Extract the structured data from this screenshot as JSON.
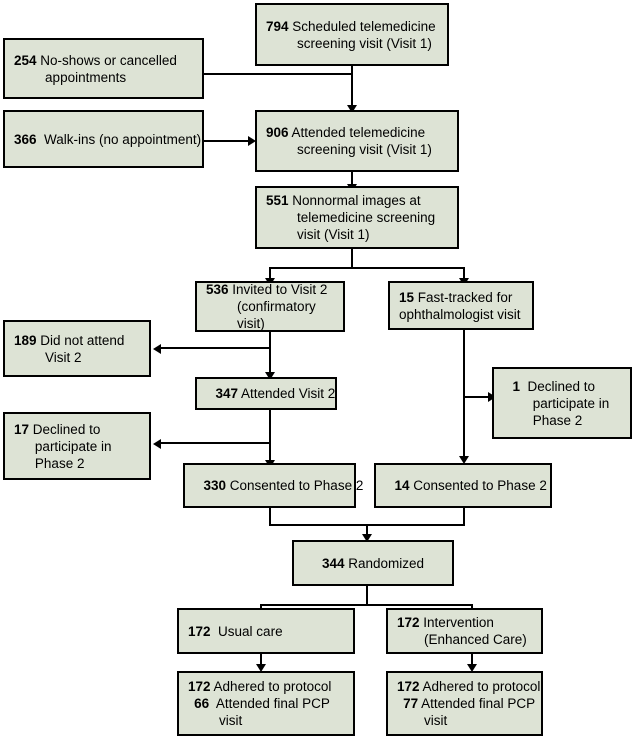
{
  "diagram": {
    "title": "CONSORT participant flow diagram - telemedicine screening trial",
    "colors": {
      "box_fill": "#dde3d5",
      "box_border": "#000000",
      "connector": "#000000",
      "background": "#ffffff"
    },
    "nodes": {
      "scheduled_visit1": {
        "count": "794",
        "lines": [
          "Scheduled telemedicine",
          "screening visit (Visit 1)"
        ]
      },
      "no_shows": {
        "count": "254",
        "lines": [
          "No-shows or cancelled",
          "appointments"
        ]
      },
      "walk_ins": {
        "count": "366",
        "lines": [
          "Walk-ins (no appointment)"
        ]
      },
      "attended_visit1": {
        "count": "906",
        "lines": [
          "Attended telemedicine",
          "screening visit (Visit 1)"
        ]
      },
      "nonnormal_images": {
        "count": "551",
        "lines": [
          "Nonnormal images at",
          "telemedicine screening",
          "visit (Visit 1)"
        ]
      },
      "invited_visit2": {
        "count": "536",
        "lines": [
          "Invited to Visit 2",
          "(confirmatory",
          "visit)"
        ]
      },
      "fast_tracked": {
        "count": "15",
        "lines": [
          "Fast-tracked for",
          "ophthalmologist visit"
        ]
      },
      "did_not_attend": {
        "count": "189",
        "lines": [
          "Did not attend",
          "Visit 2"
        ]
      },
      "attended_visit2": {
        "count": "347",
        "lines": [
          "Attended Visit 2"
        ]
      },
      "declined_phase2_right": {
        "count": "1",
        "lines": [
          "Declined to",
          "participate in",
          "Phase 2"
        ]
      },
      "declined_phase2_left": {
        "count": "17",
        "lines": [
          "Declined to",
          "participate in",
          "Phase 2"
        ]
      },
      "consented_left": {
        "count": "330",
        "lines": [
          "Consented to Phase 2"
        ]
      },
      "consented_right": {
        "count": "14",
        "lines": [
          "Consented to Phase 2"
        ]
      },
      "randomized": {
        "count": "344",
        "lines": [
          "Randomized"
        ]
      },
      "usual_care": {
        "count": "172",
        "lines": [
          "Usual care"
        ]
      },
      "intervention": {
        "count": "172",
        "lines": [
          "Intervention",
          "(Enhanced Care)"
        ]
      },
      "usual_care_outcome": {
        "count_a": "172",
        "line_a": "Adhered to protocol",
        "count_b": "66",
        "lines_b": [
          "Attended final PCP",
          "visit"
        ]
      },
      "intervention_outcome": {
        "count_a": "172",
        "line_a": "Adhered to protocol",
        "count_b": "77",
        "lines_b": [
          "Attended final PCP",
          "visit"
        ]
      }
    }
  }
}
